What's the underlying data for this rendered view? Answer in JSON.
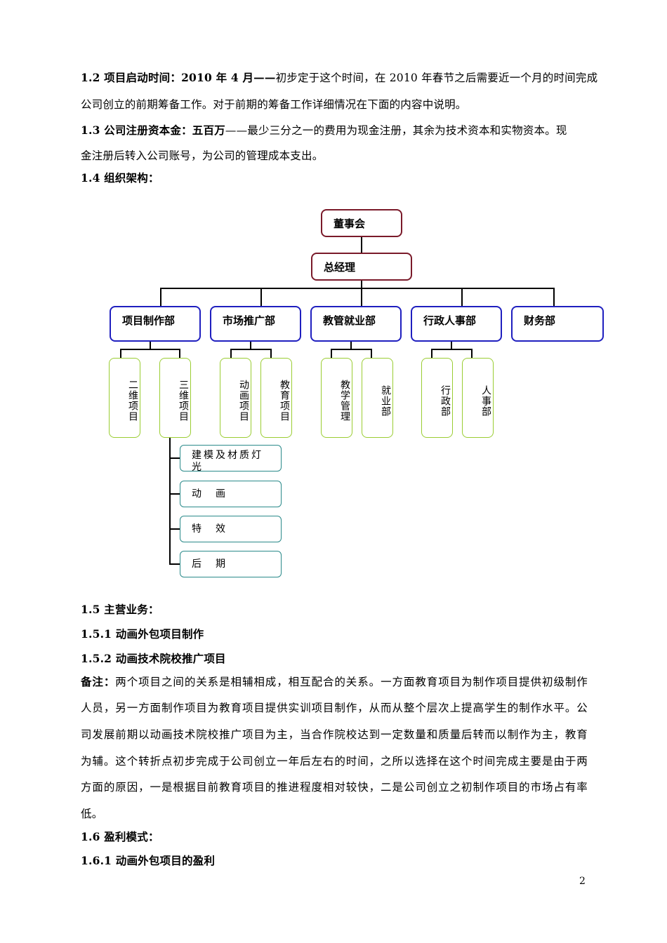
{
  "sections": {
    "s1_2_bold": "1.2 项目启动时间：2010 年 4 月——",
    "s1_2_rest": "初步定于这个时间，在 2010 年春节之后需要近一个月的时间完成",
    "s1_2_line2": "公司创立的前期筹备工作。对于前期的筹备工作详细情况在下面的内容中说明。",
    "s1_3_bold": "1.3 公司注册资本金：五百万",
    "s1_3_rest": "——最少三分之一的费用为现金注册，其余为技术资本和实物资本。现",
    "s1_3_line2": "金注册后转入公司账号，为公司的管理成本支出。",
    "s1_4": "1.4 组织架构：",
    "s1_5": "1.5 主营业务：",
    "s1_5_1": "1.5.1 动画外包项目制作",
    "s1_5_2": "1.5.2 动画技术院校推广项目",
    "note_label": "备注：",
    "note_lines": [
      "两个项目之间的关系是相辅相成，相互配合的关系。一方面教育项目为制作项目提供初级制作",
      "人员，另一方面制作项目为教育项目提供实训项目制作，从而从整个层次上提高学生的制作水平。公",
      "司发展前期以动画技术院校推广项目为主，当合作院校达到一定数量和质量后转而以制作为主，教育",
      "为辅。这个转折点初步完成于公司创立一年后左右的时间，之所以选择在这个时间完成主要是由于两",
      "方面的原因，一是根据目前教育项目的推进程度相对较快，二是公司创立之初制作项目的市场占有率",
      "低。"
    ],
    "s1_6": "1.6 盈利模式：",
    "s1_6_1": "1.6.1 动画外包项目的盈利"
  },
  "org_chart": {
    "board": "董事会",
    "gm": "总经理",
    "departments": [
      "项目制作部",
      "市场推广部",
      "教管就业部",
      "行政人事部",
      "财务部"
    ],
    "sub_units": [
      "二维项目",
      "三维项目",
      "动画项目",
      "教育项目",
      "教学管理",
      "就业部",
      "行政部",
      "人事部"
    ],
    "tasks": [
      "建模及材质灯光",
      "动　画",
      "特　效",
      "后　期"
    ]
  },
  "page_number": "2"
}
